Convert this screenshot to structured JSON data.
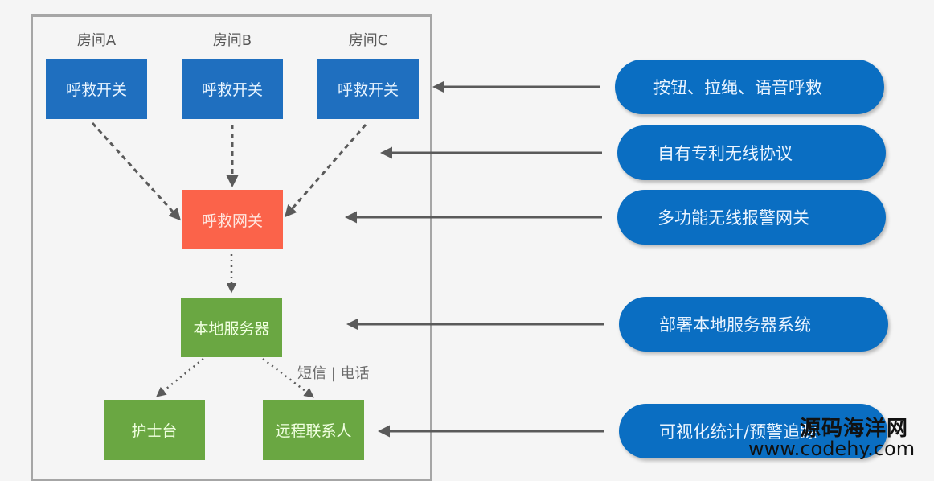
{
  "rooms": [
    {
      "label": "房间A",
      "switch": "呼救开关"
    },
    {
      "label": "房间B",
      "switch": "呼救开关"
    },
    {
      "label": "房间C",
      "switch": "呼救开关"
    }
  ],
  "gateway": "呼救网关",
  "server": "本地服务器",
  "nurse_station": "护士台",
  "remote_contact": "远程联系人",
  "channel_label": "短信 | 电话",
  "features": [
    "按钮、拉绳、语音呼救",
    "自有专利无线协议",
    "多功能无线报警网关",
    "部署本地服务器系统",
    "可视化统计/预警追踪"
  ],
  "watermark": {
    "line1": "源码海洋网",
    "line2": "www.codehy.com"
  },
  "colors": {
    "switch": "#1f6fbf",
    "gateway": "#fb634a",
    "server": "#6aa742",
    "pill": "#0a6ec2",
    "arrow": "#5a5a5a",
    "frame": "#a6a6a6"
  }
}
